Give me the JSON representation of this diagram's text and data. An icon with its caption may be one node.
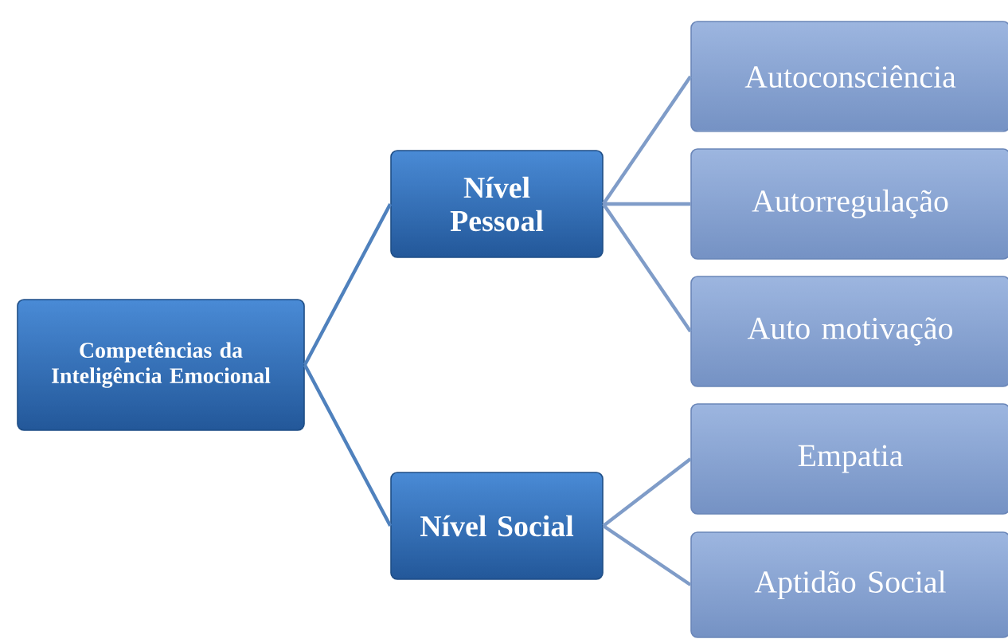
{
  "diagram": {
    "nodes": [
      {
        "text": [
          "Competências da Inteligência Emocional"
        ]
      },
      {
        "text": [
          "Nível Pessoal"
        ]
      },
      {
        "text": [
          "Nível Social"
        ]
      },
      {
        "text": [
          "Autoconsciência"
        ]
      },
      {
        "text": [
          "Autorregulação"
        ]
      },
      {
        "text": [
          "Auto motivação"
        ]
      },
      {
        "text": [
          "Empatia"
        ]
      },
      {
        "text": [
          "Aptidão Social"
        ]
      }
    ],
    "edges": [
      {
        "from": 0,
        "to": 1,
        "arrow": "none",
        "color": "#4f81bd"
      },
      {
        "from": 0,
        "to": 2,
        "arrow": "none",
        "color": "#4f81bd"
      },
      {
        "from": 1,
        "to": 3,
        "arrow": "none"
      },
      {
        "from": 1,
        "to": 4,
        "arrow": "none"
      },
      {
        "from": 1,
        "to": 5,
        "arrow": "none"
      },
      {
        "from": 2,
        "to": 6,
        "arrow": "none"
      },
      {
        "from": 2,
        "to": 7,
        "arrow": "none"
      }
    ]
  }
}
